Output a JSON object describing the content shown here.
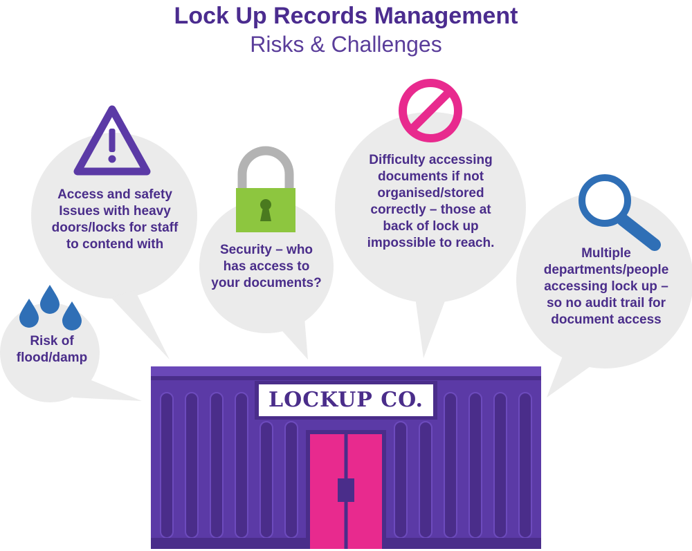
{
  "title": "Lock Up Records Management",
  "subtitle": "Risks & Challenges",
  "bubbles": {
    "access_safety": "Access and safety Issues with heavy doors/locks for staff to contend with",
    "flood": "Risk of flood/damp",
    "security": "Security – who has access to your documents?",
    "difficulty": "Difficulty accessing documents if not organised/stored correctly – those at back of lock up impossible to reach.",
    "multiple": "Multiple departments/people accessing lock up – so no audit trail for document access"
  },
  "sign": "LOCKUP CO.",
  "colors": {
    "purple": "#5b3aa6",
    "purple_dark": "#4a2d8a",
    "magenta": "#e82a8e",
    "green": "#8dc63f",
    "blue": "#2f6fb6",
    "bubble": "#ebebeb",
    "padlock_shackle": "#b3b3b3"
  },
  "icons": [
    "warning-icon",
    "water-drops-icon",
    "padlock-icon",
    "no-entry-icon",
    "magnifier-icon"
  ]
}
